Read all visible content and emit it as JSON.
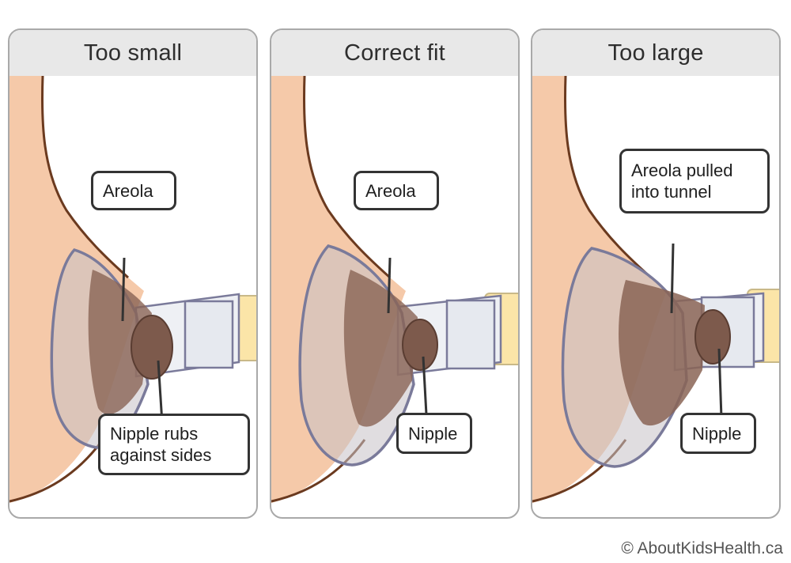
{
  "panels": [
    {
      "title": "Too small",
      "labels": {
        "areola": [
          "Areola"
        ],
        "nipple": [
          "Nipple rubs",
          "against sides"
        ]
      }
    },
    {
      "title": "Correct fit",
      "labels": {
        "areola": [
          "Areola"
        ],
        "nipple": [
          "Nipple"
        ]
      }
    },
    {
      "title": "Too large",
      "labels": {
        "areola": [
          "Areola pulled",
          "into tunnel"
        ],
        "nipple": [
          "Nipple"
        ]
      }
    }
  ],
  "credit": "© AboutKidsHealth.ca",
  "colors": {
    "skin": "#f5c9a9",
    "skin_outline": "#6b3a1f",
    "areola": "#8a6455",
    "nipple": "#7d5a4c",
    "shield_outline": "#7a7a9a",
    "tube": "#eef0f4",
    "bottle": "#fbe5a8",
    "panel_header": "#e8e8e8",
    "panel_border": "#a9a9a9"
  }
}
